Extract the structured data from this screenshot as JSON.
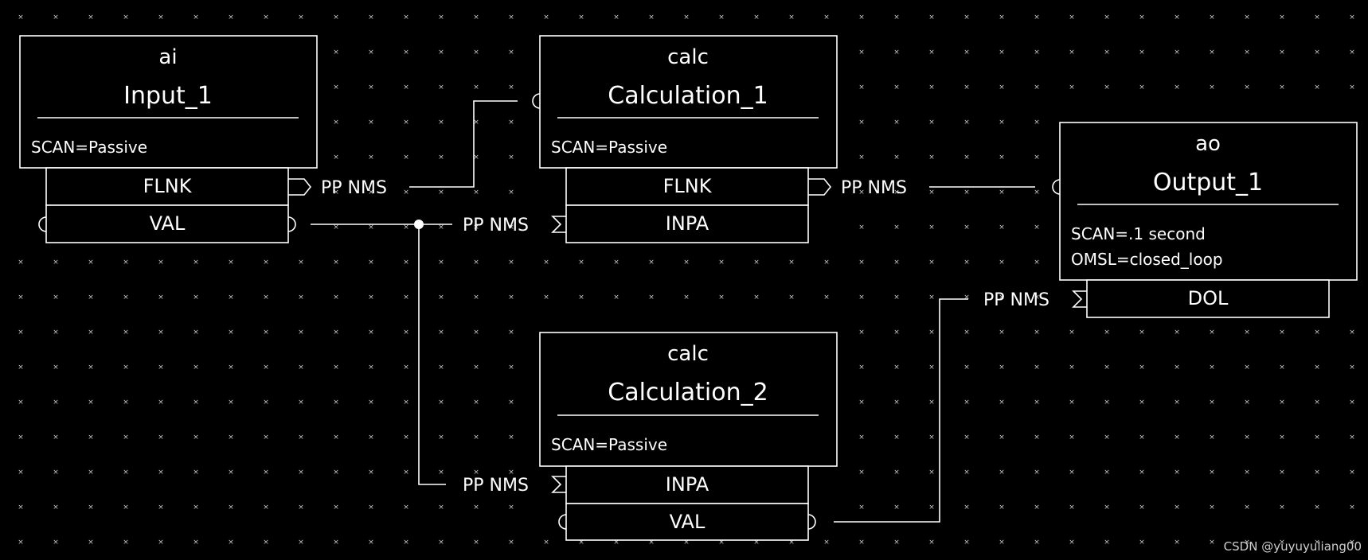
{
  "records": [
    {
      "id": "input_1",
      "type": "ai",
      "name": "Input_1",
      "fields": [
        "SCAN=Passive"
      ],
      "ports": [
        {
          "label": "FLNK"
        },
        {
          "label": "VAL"
        }
      ]
    },
    {
      "id": "calc_1",
      "type": "calc",
      "name": "Calculation_1",
      "fields": [
        "SCAN=Passive"
      ],
      "ports": [
        {
          "label": "FLNK"
        },
        {
          "label": "INPA"
        }
      ]
    },
    {
      "id": "calc_2",
      "type": "calc",
      "name": "Calculation_2",
      "fields": [
        "SCAN=Passive"
      ],
      "ports": [
        {
          "label": "INPA"
        },
        {
          "label": "VAL"
        }
      ]
    },
    {
      "id": "output_1",
      "type": "ao",
      "name": "Output_1",
      "fields": [
        "SCAN=.1 second",
        "OMSL=closed_loop"
      ],
      "ports": [
        {
          "label": "DOL"
        }
      ]
    }
  ],
  "links": [
    {
      "from": "Input_1.FLNK",
      "to": "Calculation_1",
      "label": "PP NMS"
    },
    {
      "from": "Input_1.VAL",
      "to": "Calculation_1.INPA",
      "label": "PP NMS"
    },
    {
      "from": "Calculation_1.FLNK",
      "to": "Output_1",
      "label": "PP NMS"
    },
    {
      "from": "Input_1.VAL",
      "to": "Calculation_2.INPA",
      "label": "PP NMS"
    },
    {
      "from": "Calculation_2.VAL",
      "to": "Output_1.DOL",
      "label": "PP NMS"
    }
  ],
  "grid_marker": "×",
  "watermark": "CSDN @yuyuyuliang00"
}
